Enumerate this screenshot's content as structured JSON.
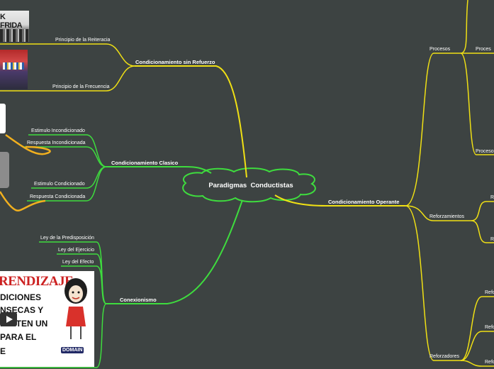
{
  "colors": {
    "background": "#3d4342",
    "yellow": "#f0e014",
    "green": "#3edc3e",
    "orange": "#f2b01e",
    "red": "#cc2222"
  },
  "central": {
    "title": "Paradigmas  Conductistas"
  },
  "branches": {
    "sin_refuerzo": {
      "title": "Condicionamiento sin Refuerzo",
      "children": [
        "Principio de la Reiteracia",
        "Principio de la Frecuencia"
      ]
    },
    "clasico": {
      "title": "Condicionamiento Clasico",
      "children": [
        "Estimulo Incondicionado",
        "Respuesta Incondicionada",
        "Estimulo Condicionado",
        "Respuesta Condicionada"
      ]
    },
    "conexionismo": {
      "title": "Conexionismo",
      "children": [
        "Ley de la Predisposición",
        "Ley del Ejercicio",
        "Ley del Efecto"
      ]
    },
    "operante": {
      "title": "Condicionamiento Operante",
      "children": [
        "Procesos",
        "Reforzamientos",
        "Reforzadores"
      ]
    }
  },
  "right_partial_labels": [
    "Proces",
    "Proceso",
    "R",
    "R",
    "Refo",
    "Refo",
    "Refo"
  ],
  "images": {
    "crowd_sign": "K FRIDA",
    "poster": {
      "title": "RENDIZAJE",
      "lines": [
        "DICIONES",
        "NSECAS Y",
        "BILITEN UN",
        "PARA EL",
        "E"
      ],
      "logo": "DOMAIN"
    }
  }
}
